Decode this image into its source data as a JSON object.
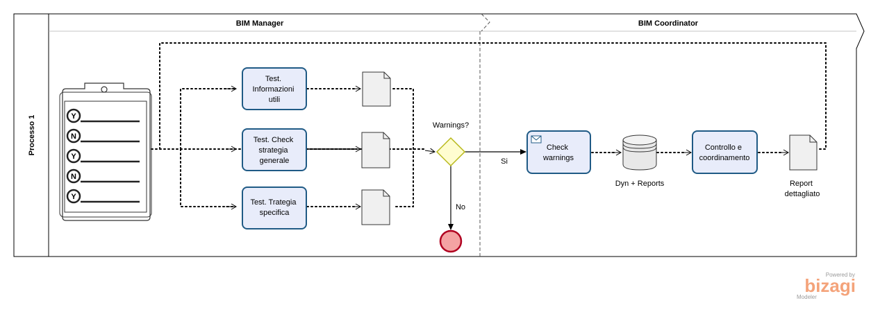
{
  "pool": {
    "title": "Processo 1",
    "lanes": [
      {
        "title": "BIM Manager"
      },
      {
        "title": "BIM Coordinator"
      }
    ]
  },
  "checklist": {
    "marks": [
      "Y",
      "N",
      "Y",
      "N",
      "Y"
    ]
  },
  "tasks": {
    "t1": [
      "Test.",
      "Informazioni",
      "utili"
    ],
    "t2": [
      "Test. Check",
      "strategia",
      "generale"
    ],
    "t3": [
      "Test. Trategia",
      "specifica"
    ],
    "t4": [
      "Check",
      "warnings"
    ],
    "t5": [
      "Controllo e",
      "coordinamento"
    ]
  },
  "gateway": {
    "question": "Warnings?",
    "yes": "Si",
    "no": "No"
  },
  "datastore": {
    "label": "Dyn + Reports"
  },
  "report": {
    "label": [
      "Report",
      "dettagliato"
    ]
  },
  "branding": {
    "powered_by": "Powered by",
    "name": "bizagi",
    "product": "Modeler"
  },
  "colors": {
    "task_fill": "#e8ecfa",
    "task_stroke": "#1f5a85",
    "gateway_fill": "#fffdd0",
    "gateway_stroke": "#b8b81a",
    "end_fill": "#f4a3a3",
    "end_stroke": "#b00020",
    "brand_accent": "#f4a37a"
  }
}
